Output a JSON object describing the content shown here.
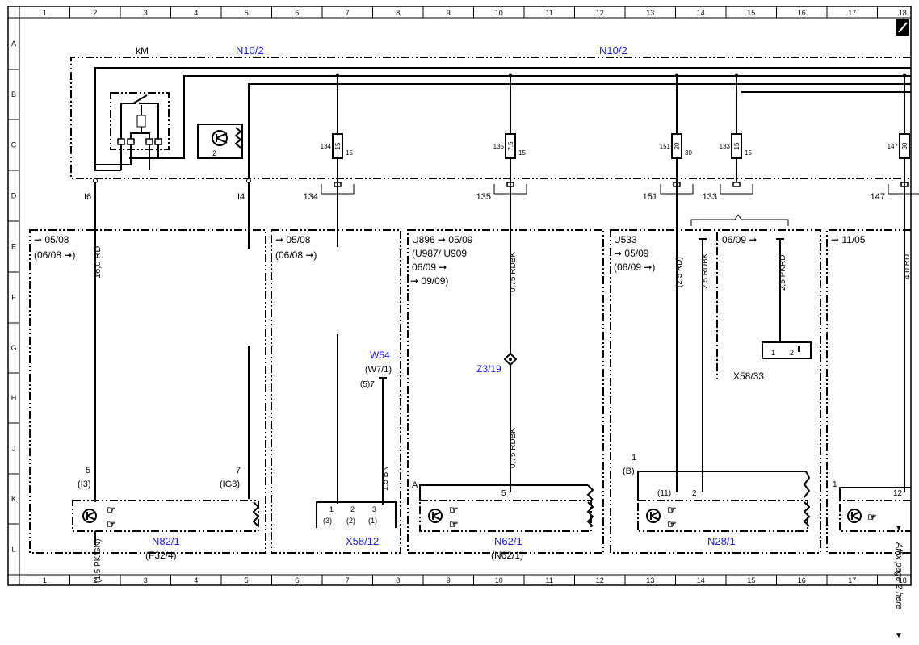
{
  "grid": {
    "columns": [
      "1",
      "2",
      "3",
      "4",
      "5",
      "6",
      "7",
      "8",
      "9",
      "10",
      "11",
      "12",
      "13",
      "14",
      "15",
      "16",
      "17",
      "18"
    ],
    "rows": [
      "A",
      "B",
      "C",
      "D",
      "E",
      "F",
      "G",
      "H",
      "J",
      "K",
      "L"
    ]
  },
  "top": {
    "km": "kM",
    "n10_left": "N10/2",
    "n10_right": "N10/2"
  },
  "relay": {
    "pin2": "2"
  },
  "fuses": [
    {
      "id": "134",
      "amp": "15",
      "term": "15",
      "ref": "134"
    },
    {
      "id": "135",
      "amp": "7,5",
      "term": "15",
      "ref": "135"
    },
    {
      "id": "151",
      "amp": "20",
      "term": "30",
      "ref": "151"
    },
    {
      "id": "133",
      "amp": "15",
      "term": "15",
      "ref": "133"
    },
    {
      "id": "147",
      "amp": "30",
      "term": "",
      "ref": "147"
    }
  ],
  "misc": {
    "i6": "I6",
    "i4": "I4"
  },
  "box1": {
    "date1": "05/08",
    "date2": "(06/08",
    "wire1": "16,0 RD",
    "pin5": "5",
    "pin5sub": "(I3)",
    "pin7": "7",
    "pin7sub": "(IG3)",
    "wire2": "(1,5 PK/GN)",
    "name": "N82/1",
    "sub": "(F32/4)"
  },
  "box2": {
    "date1": "05/08",
    "date2": "(06/08",
    "w54": "W54",
    "w54sub": "(W7/1)",
    "pin57": "(5)7",
    "wire": "1,5 BN",
    "pins_top": [
      "1",
      "2",
      "3"
    ],
    "pins_bot": [
      "(3)",
      "(2)",
      "(1)"
    ],
    "name": "X58/12"
  },
  "box3": {
    "l1a": "U896",
    "l1b": "05/09",
    "l2": "(U987/ U909",
    "l3": "06/09",
    "l4": "09/09)",
    "wire1": "0,75 RDBK",
    "splice": "Z3/19",
    "wire2": "0,75 RDBK",
    "conn": "A",
    "pin": "5",
    "name": "N62/1",
    "sub": "(N62/1)"
  },
  "box4": {
    "u": "U533",
    "d1": "05/09",
    "d2": "(06/09",
    "wire1": "(2,5 RD)",
    "wire2": "2,5 RDBK",
    "date_r": "06/09",
    "wire3": "2,5 PKRD",
    "x58": "X58/33",
    "xpins": [
      "1",
      "2"
    ],
    "pin1": "1",
    "pinB": "(B)",
    "pin11": "(11)",
    "pin2": "2",
    "name": "N28/1"
  },
  "box5": {
    "date": "11/05",
    "wire": "4,0 RD",
    "pin1": "1",
    "pin12": "12"
  },
  "affix": "Affix page 2 here"
}
